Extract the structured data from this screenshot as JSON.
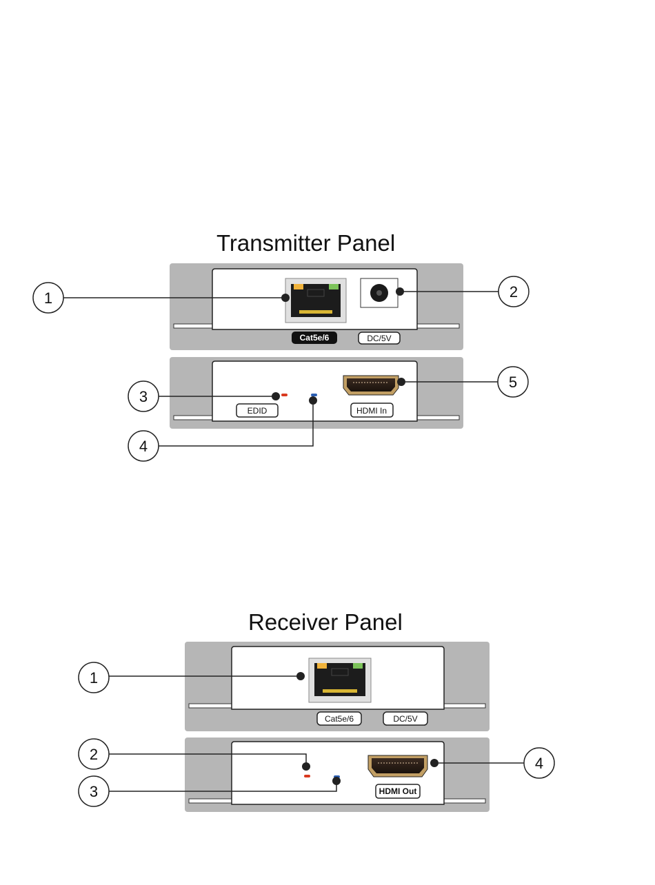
{
  "transmitter": {
    "title": "Transmitter Panel",
    "labels": {
      "cat": "Cat5e/6",
      "dc": "DC/5V",
      "edid": "EDID",
      "hdmi": "HDMI In"
    },
    "callouts": [
      "1",
      "2",
      "3",
      "4",
      "5"
    ]
  },
  "receiver": {
    "title": "Receiver Panel",
    "labels": {
      "cat": "Cat5e/6",
      "dc": "DC/5V",
      "hdmi": "HDMI Out"
    },
    "callouts": [
      "1",
      "2",
      "3",
      "4"
    ]
  },
  "colors": {
    "panel_gray": "#b6b6b6",
    "led_red": "#d9391f",
    "led_blue": "#2c5fb3",
    "rj45_orange": "#f0b33c",
    "rj45_green": "#7cc35a"
  }
}
